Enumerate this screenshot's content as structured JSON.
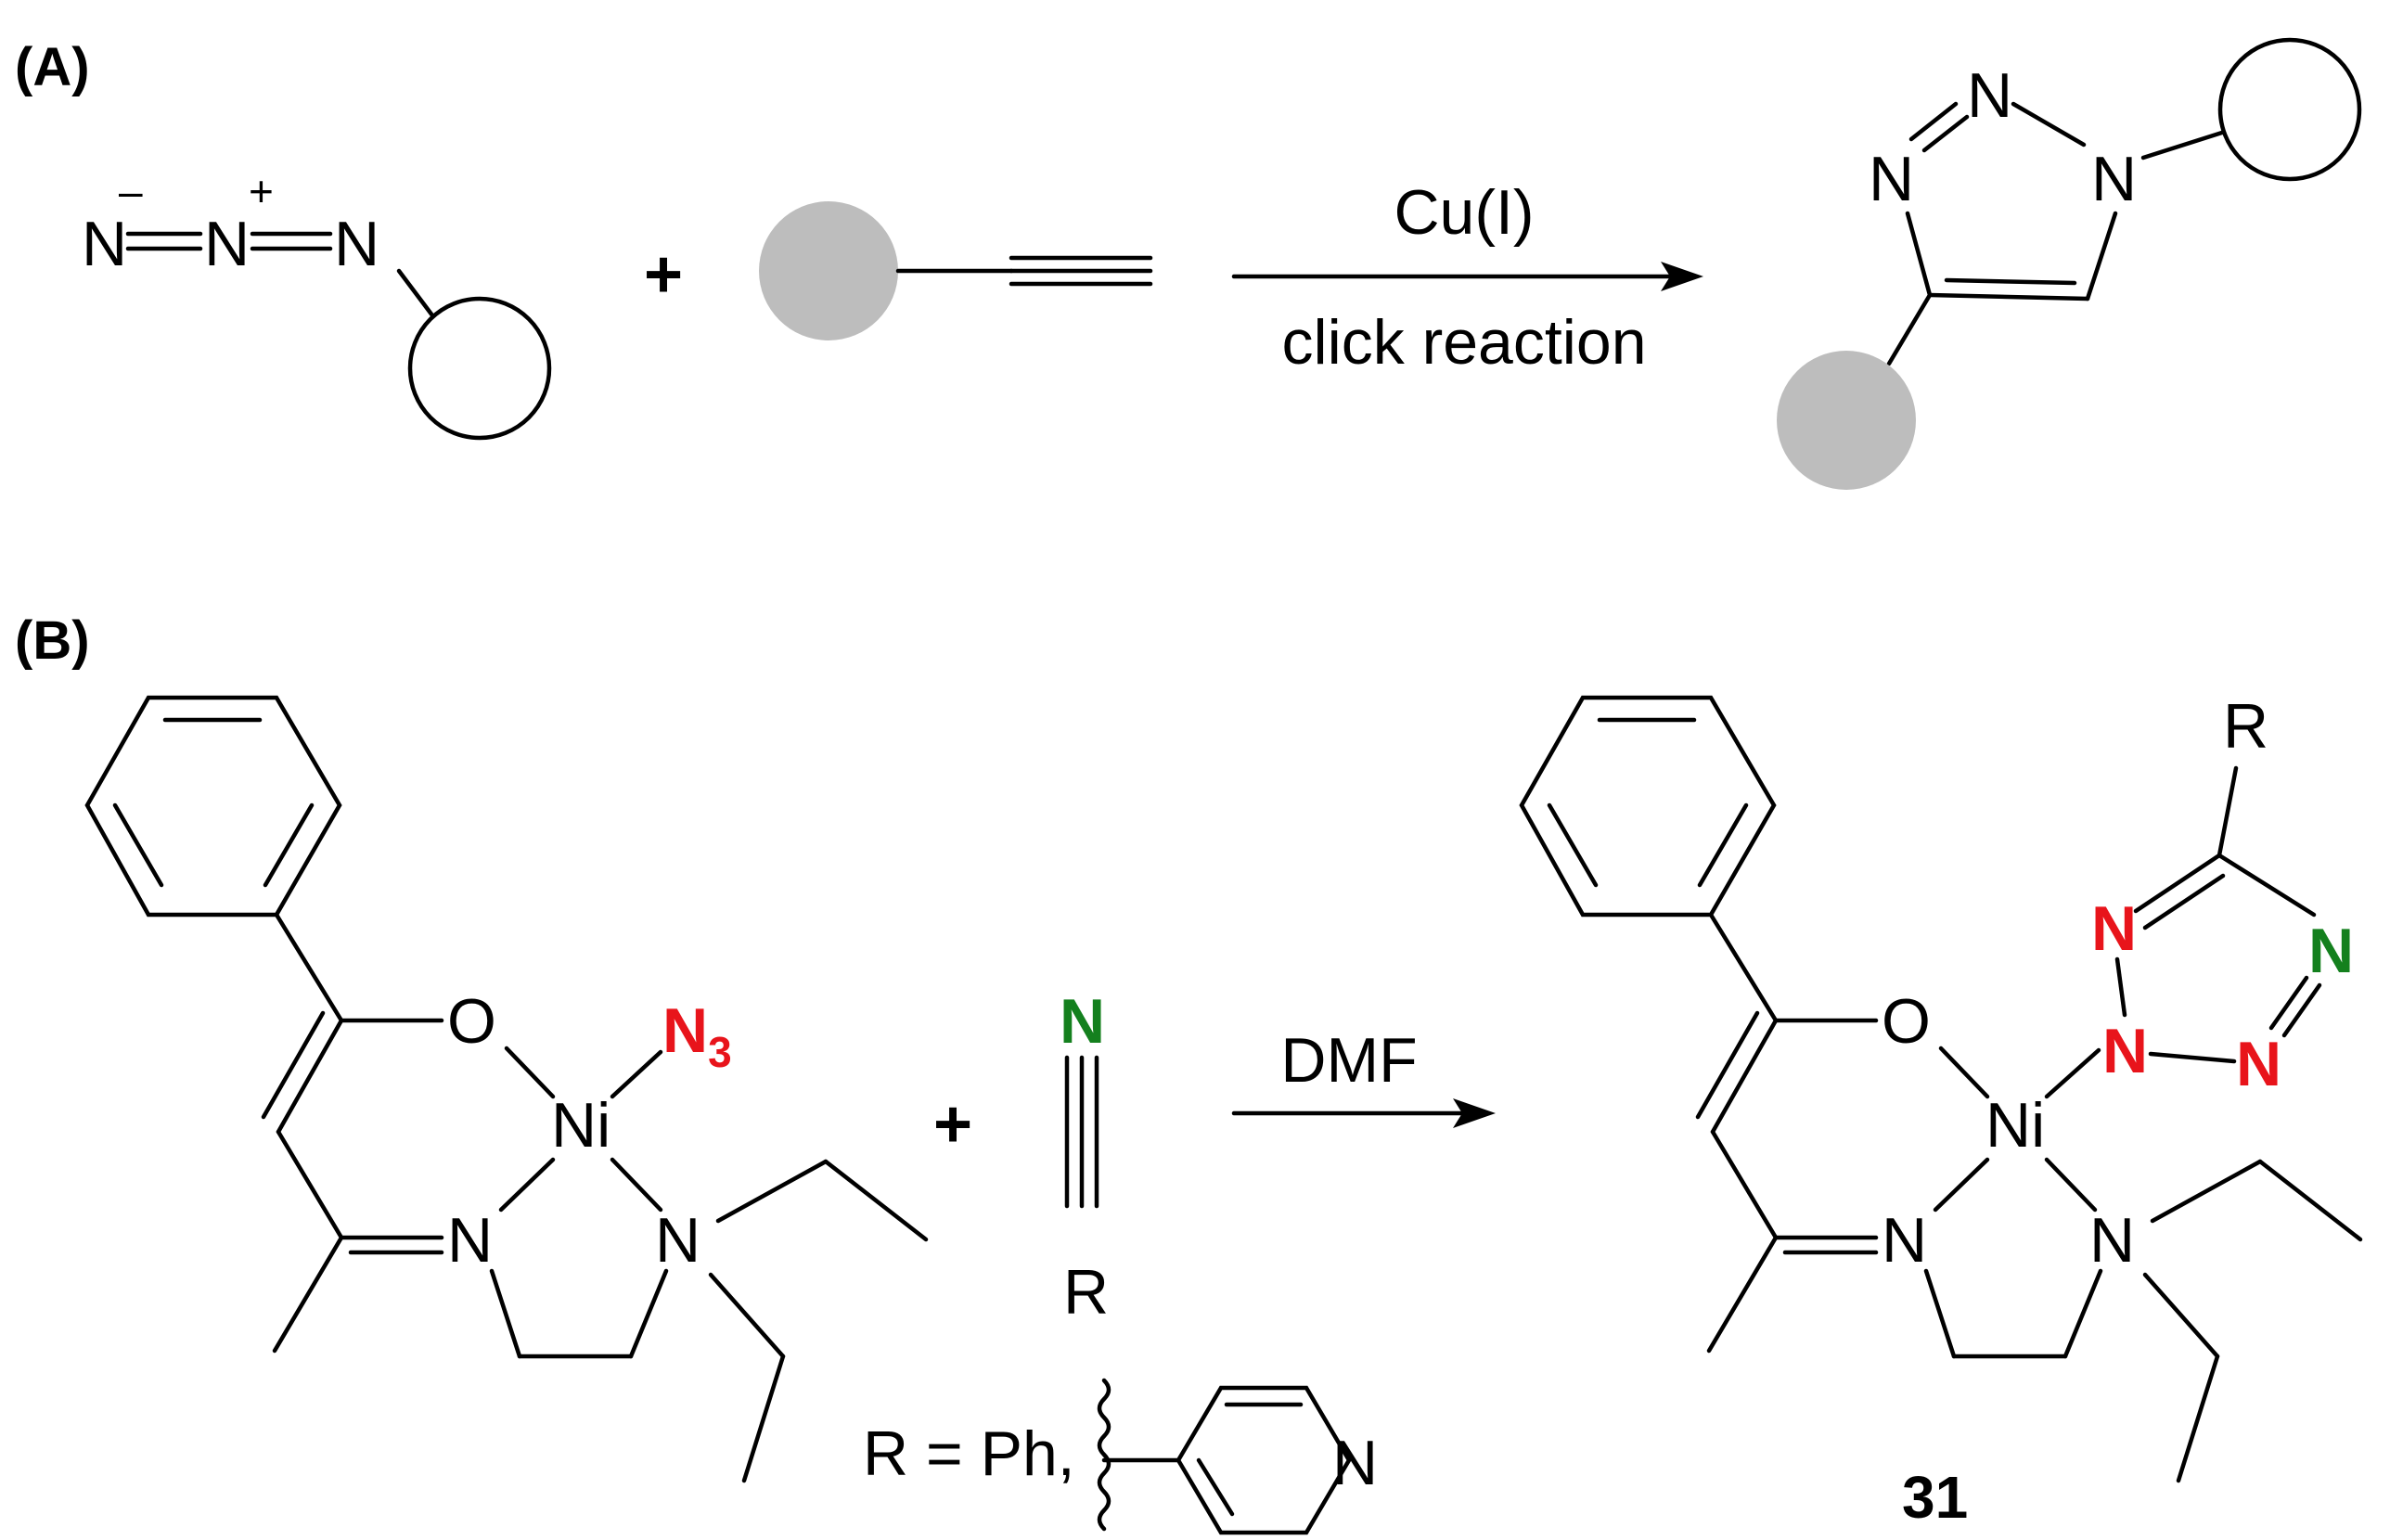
{
  "panels": {
    "a": "(A)",
    "b": "(B)"
  },
  "part_a": {
    "azide_atom": "N",
    "minus_sign": "–",
    "plus_charge": "+",
    "plus_sign": "+",
    "catalyst": "Cu(I)",
    "condition": "click reaction",
    "triazole_atom": "N"
  },
  "part_b": {
    "oxygen": "O",
    "nickel": "Ni",
    "nitrogen": "N",
    "azide_n": "N",
    "azide_sub": "3",
    "plus_sign": "+",
    "nitrile_n": "N",
    "r_group": "R",
    "solvent": "DMF",
    "r_definition": "R = Ph,",
    "pyridine_n": "N",
    "product_r": "R",
    "tetrazole_n": "N",
    "compound_number": "31"
  },
  "colors": {
    "azide_nitrogen": "#e8141b",
    "nitrile_nitrogen": "#14801e",
    "grey_bead": "#bdbdbd"
  }
}
